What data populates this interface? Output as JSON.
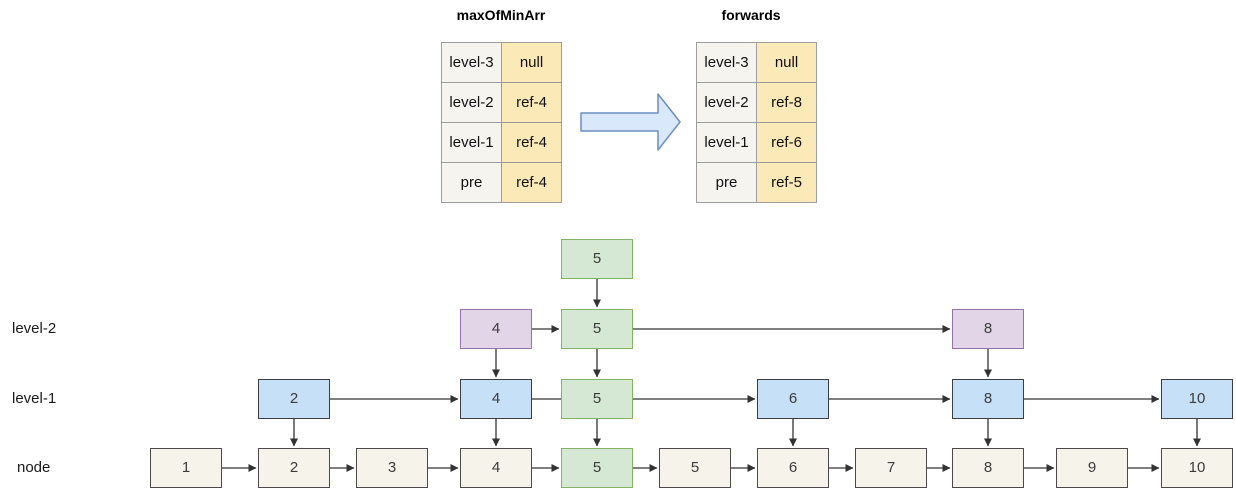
{
  "tables": [
    {
      "title": "maxOfMinArr",
      "rows": [
        {
          "key": "level-3",
          "value": "null"
        },
        {
          "key": "level-2",
          "value": "ref-4"
        },
        {
          "key": "level-1",
          "value": "ref-4"
        },
        {
          "key": "pre",
          "value": "ref-4"
        }
      ]
    },
    {
      "title": "forwards",
      "rows": [
        {
          "key": "level-3",
          "value": "null"
        },
        {
          "key": "level-2",
          "value": "ref-8"
        },
        {
          "key": "level-1",
          "value": "ref-6"
        },
        {
          "key": "pre",
          "value": "ref-5"
        }
      ]
    }
  ],
  "transition_arrow": {
    "icon": "block-arrow-right",
    "fill": "#dae8fc",
    "stroke": "#6c8ebf"
  },
  "diagram": {
    "row_labels": [
      {
        "label": "level-2"
      },
      {
        "label": "level-1"
      },
      {
        "label": "node"
      }
    ],
    "head": {
      "value": "5",
      "kind": "green"
    },
    "level2": {
      "nodes": [
        {
          "value": "4",
          "kind": "purple"
        },
        {
          "value": "5",
          "kind": "green"
        },
        {
          "value": "8",
          "kind": "purple"
        }
      ]
    },
    "level1": {
      "nodes": [
        {
          "value": "2",
          "kind": "blue"
        },
        {
          "value": "4",
          "kind": "blue"
        },
        {
          "value": "5",
          "kind": "green"
        },
        {
          "value": "6",
          "kind": "blue"
        },
        {
          "value": "8",
          "kind": "blue"
        },
        {
          "value": "10",
          "kind": "blue"
        }
      ]
    },
    "node_row": {
      "nodes": [
        {
          "value": "1",
          "kind": "plain"
        },
        {
          "value": "2",
          "kind": "plain"
        },
        {
          "value": "3",
          "kind": "plain"
        },
        {
          "value": "4",
          "kind": "plain"
        },
        {
          "value": "5",
          "kind": "green"
        },
        {
          "value": "5",
          "kind": "plain"
        },
        {
          "value": "6",
          "kind": "plain"
        },
        {
          "value": "7",
          "kind": "plain"
        },
        {
          "value": "8",
          "kind": "plain"
        },
        {
          "value": "9",
          "kind": "plain"
        },
        {
          "value": "10",
          "kind": "plain"
        }
      ]
    }
  },
  "colors": {
    "green_fill": "#d5e8d4",
    "green_stroke": "#82b366",
    "purple_fill": "#e1d5e7",
    "purple_stroke": "#9673a6",
    "blue_fill": "#c5e0f7",
    "blue_stroke": "#3a3d42",
    "plain_fill": "#f6f3ea",
    "plain_stroke": "#4a4a4a",
    "table_key_fill": "#f5f4ef",
    "table_value_fill": "#fbe9b8",
    "table_stroke": "#9e9e9e",
    "connector": "#333333",
    "background": "#ffffff"
  }
}
